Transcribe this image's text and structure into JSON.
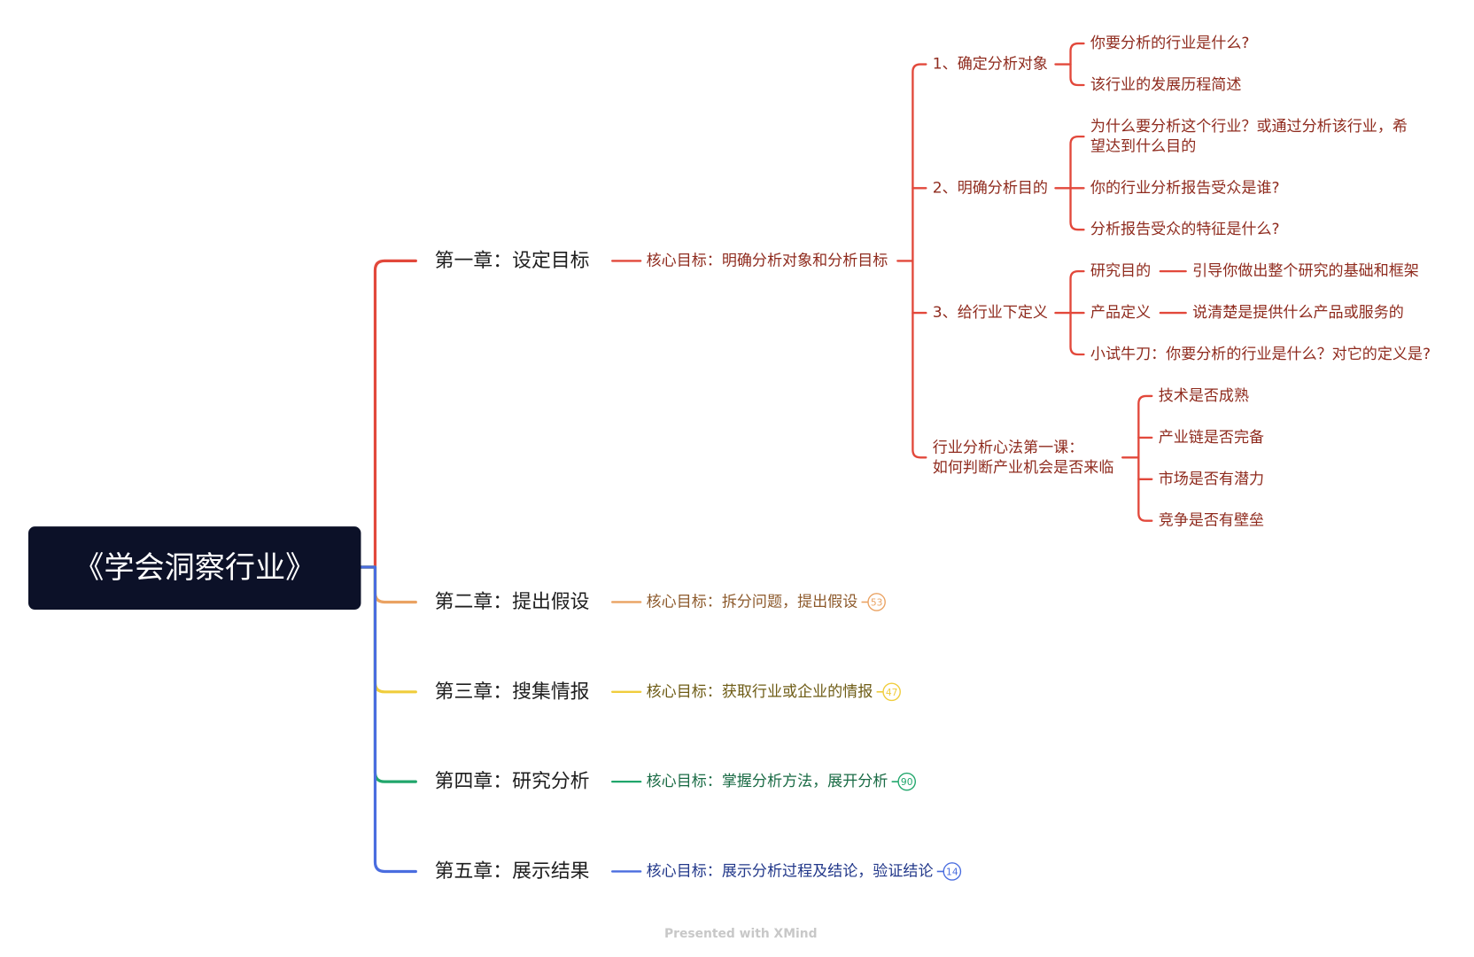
{
  "root": {
    "title": "《学会洞察行业》",
    "background": "#0c1128"
  },
  "chapters": [
    {
      "title": "第一章：设定目标",
      "goal": "核心目标：明确分析对象和分析目标",
      "line_color": "#e2483b",
      "text_color": "#8f2b1e",
      "sections": [
        {
          "title": "1、确定分析对象",
          "items": [
            {
              "text": "你要分析的行业是什么?"
            },
            {
              "text": "该行业的发展历程简述"
            }
          ]
        },
        {
          "title": "2、明确分析目的",
          "items": [
            {
              "lines": [
                "为什么要分析这个行业？或通过分析该行业，希",
                "望达到什么目的"
              ]
            },
            {
              "text": "你的行业分析报告受众是谁?"
            },
            {
              "text": "分析报告受众的特征是什么?"
            }
          ]
        },
        {
          "title": "3、给行业下定义",
          "items": [
            {
              "text": "研究目的",
              "detail": "引导你做出整个研究的基础和框架"
            },
            {
              "text": "产品定义",
              "detail": "说清楚是提供什么产品或服务的"
            },
            {
              "text": "小试牛刀：你要分析的行业是什么？对它的定义是?"
            }
          ]
        },
        {
          "title_lines": [
            "行业分析心法第一课：",
            "如何判断产业机会是否来临"
          ],
          "items": [
            {
              "text": "技术是否成熟"
            },
            {
              "text": "产业链是否完备"
            },
            {
              "text": "市场是否有潜力"
            },
            {
              "text": "竞争是否有壁垒"
            }
          ]
        }
      ]
    },
    {
      "title": "第二章：提出假设",
      "goal": "核心目标：拆分问题，提出假设",
      "collapsed_count": 53,
      "line_color": "#eaa262",
      "text_color": "#8d5a2c"
    },
    {
      "title": "第三章：搜集情报",
      "goal": "核心目标：获取行业或企业的情报",
      "collapsed_count": 47,
      "line_color": "#f0cd3c",
      "text_color": "#6e5c16"
    },
    {
      "title": "第四章：研究分析",
      "goal": "核心目标：掌握分析方法，展开分析",
      "collapsed_count": 90,
      "line_color": "#20a66b",
      "text_color": "#1a6b45"
    },
    {
      "title": "第五章：展示结果",
      "goal": "核心目标：展示分析过程及结论，验证结论",
      "collapsed_count": 14,
      "line_color": "#4a6ddf",
      "text_color": "#22388a"
    }
  ],
  "footer": {
    "watermark": "Presented with XMind"
  }
}
